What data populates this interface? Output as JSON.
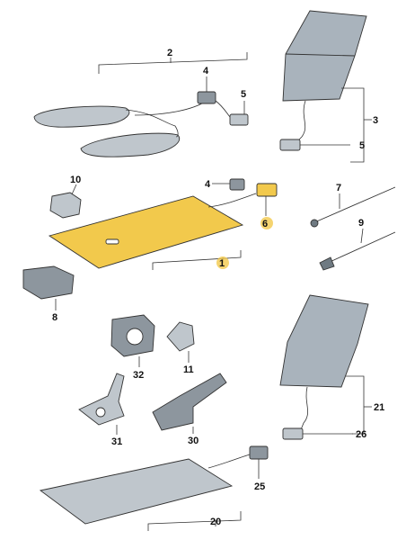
{
  "diagram": {
    "callouts": [
      {
        "id": "c2",
        "text": "2"
      },
      {
        "id": "c4a",
        "text": "4"
      },
      {
        "id": "c5a",
        "text": "5"
      },
      {
        "id": "c3",
        "text": "3"
      },
      {
        "id": "c5b",
        "text": "5"
      },
      {
        "id": "c10",
        "text": "10"
      },
      {
        "id": "c4b",
        "text": "4"
      },
      {
        "id": "c6",
        "text": "6"
      },
      {
        "id": "c7",
        "text": "7"
      },
      {
        "id": "c9",
        "text": "9"
      },
      {
        "id": "c1",
        "text": "1"
      },
      {
        "id": "c8",
        "text": "8"
      },
      {
        "id": "c32",
        "text": "32"
      },
      {
        "id": "c11",
        "text": "11"
      },
      {
        "id": "c21",
        "text": "21"
      },
      {
        "id": "c31",
        "text": "31"
      },
      {
        "id": "c30",
        "text": "30"
      },
      {
        "id": "c26",
        "text": "26"
      },
      {
        "id": "c25",
        "text": "25"
      },
      {
        "id": "c20",
        "text": "20"
      }
    ],
    "colors": {
      "highlight": "#f2c94c",
      "panel": "#a9b3bc",
      "part_grey": "#bfc6cc",
      "dark_grey": "#6f7a82"
    }
  }
}
